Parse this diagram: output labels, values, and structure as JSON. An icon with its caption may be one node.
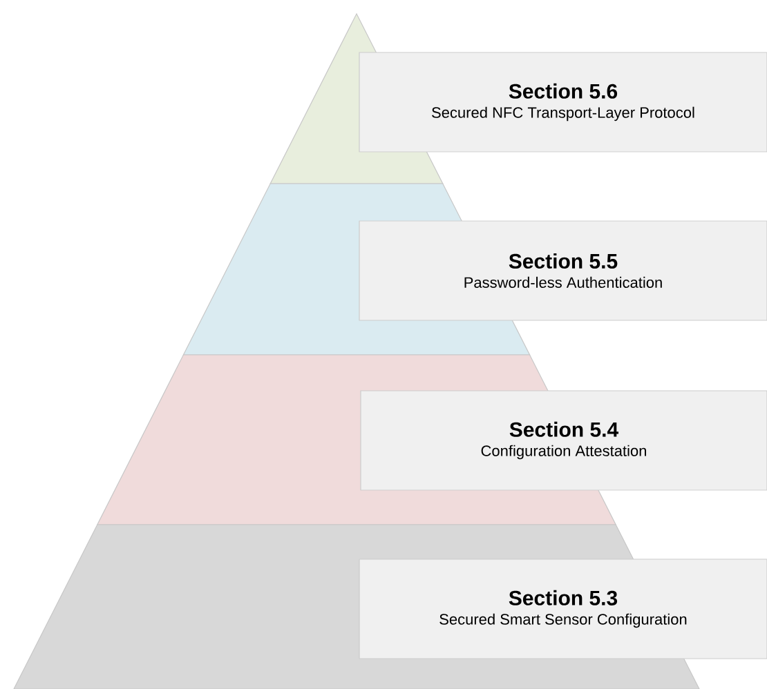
{
  "diagram": {
    "nodes": [
      {
        "text": [
          "Section 5.6",
          "Secured NFC Transport-Layer Protocol"
        ]
      },
      {
        "text": [
          "Section 5.5",
          "Password-less Authentication"
        ]
      },
      {
        "text": [
          "Section 5.4",
          "Configuration Attestation"
        ]
      },
      {
        "text": [
          "Section 5.3",
          "Secured Smart Sensor Configuration"
        ]
      }
    ]
  }
}
